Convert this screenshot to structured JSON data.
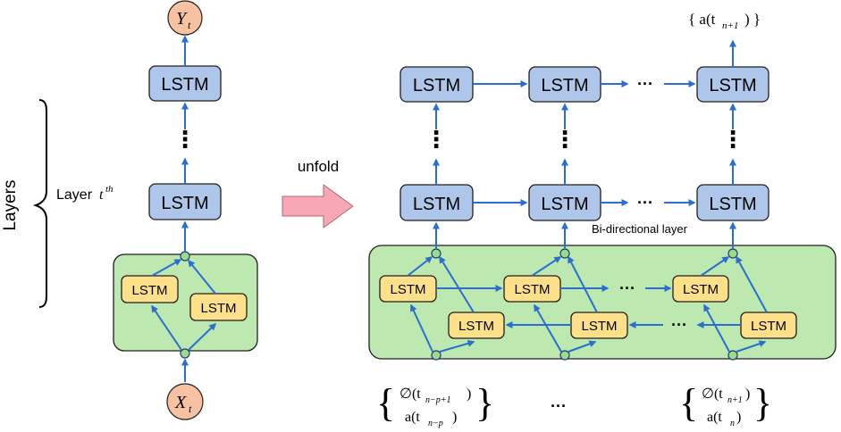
{
  "labels": {
    "lstm": "LSTM",
    "output_node": "Y",
    "output_sub": "t",
    "input_node": "X",
    "input_sub": "t",
    "layers": "Layers",
    "layer_prefix": "Layer ",
    "layer_math": "t",
    "layer_sup": "th",
    "unfold": "unfold",
    "bi_directional": "Bi-directional layer",
    "output_set": "{ a(t",
    "output_set_sub": "n+1",
    "output_set_end": ") }",
    "ellipsis": "···",
    "vertical_dots": "⋮"
  },
  "inputs": {
    "left": {
      "top": "∅(t",
      "top_sub": "n−p+1",
      "top_end": ")",
      "bottom": "a(t",
      "bottom_sub": "n−p",
      "bottom_end": ")"
    },
    "right": {
      "top": "∅(t",
      "top_sub": "n+1",
      "top_end": ")",
      "bottom": "a(t",
      "bottom_sub": "n",
      "bottom_end": ")"
    }
  },
  "colors": {
    "lstm_blue": "#aec6ea",
    "lstm_yellow": "#ffe08a",
    "panel_green": "#bde8b0",
    "node_orange": "#f8c2a2",
    "node_green": "#9fd98a",
    "arrow_blue": "#2a6fd0",
    "unfold_arrow": "#f7a7b4"
  }
}
